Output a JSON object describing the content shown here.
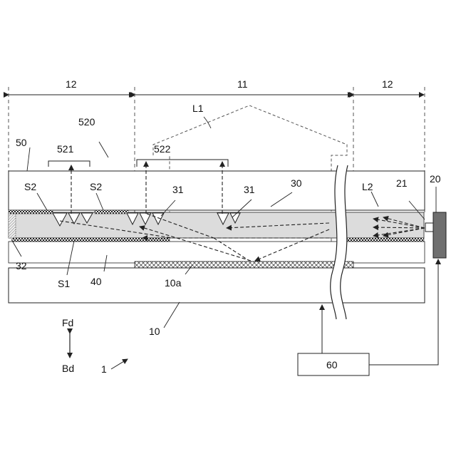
{
  "figure": {
    "region_labels": {
      "left": "12",
      "center": "11",
      "right": "12"
    },
    "labels": {
      "L1": "L1",
      "l520": "520",
      "l50": "50",
      "l521": "521",
      "l522": "522",
      "S2a": "S2",
      "S2b": "S2",
      "l31a": "31",
      "l31b": "31",
      "l30": "30",
      "L2": "L2",
      "l21": "21",
      "l20": "20",
      "l32": "32",
      "S1": "S1",
      "l40": "40",
      "l10a": "10a",
      "l10": "10",
      "Fd": "Fd",
      "Bd": "Bd",
      "l1": "1",
      "l60": "60"
    }
  },
  "colors": {
    "line": "#222222",
    "dashed": "#555555",
    "lightguide_fill": "#dcdcdc",
    "reflector_fill": "#333333",
    "source_fill": "#6f6f6f"
  }
}
